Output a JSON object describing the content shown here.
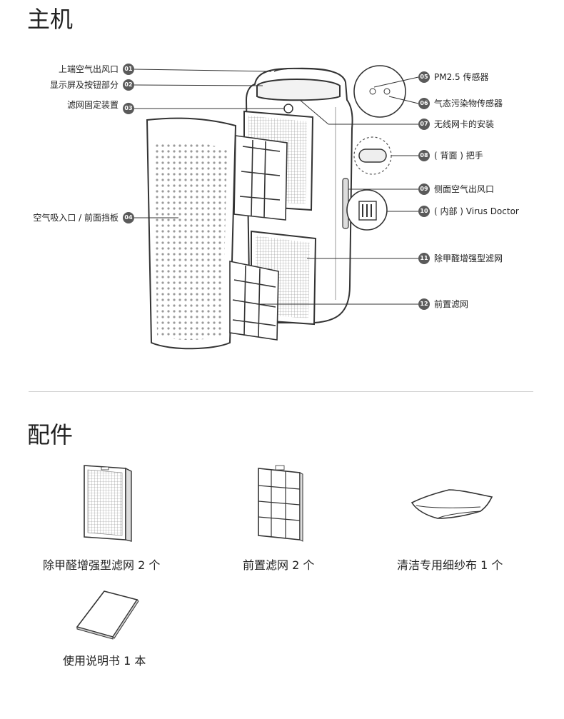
{
  "main_unit": {
    "title": "主机",
    "parts": [
      {
        "num": "01",
        "label": "上端空气出风口"
      },
      {
        "num": "02",
        "label": "显示屏及按钮部分"
      },
      {
        "num": "03",
        "label": "滤网固定装置"
      },
      {
        "num": "04",
        "label": "空气吸入口 / 前面挡板"
      },
      {
        "num": "05",
        "label": "PM2.5 传感器"
      },
      {
        "num": "06",
        "label": "气态污染物传感器"
      },
      {
        "num": "07",
        "label": "无线网卡的安装"
      },
      {
        "num": "08",
        "label": "( 背面 ) 把手"
      },
      {
        "num": "09",
        "label": "侧面空气出风口"
      },
      {
        "num": "10",
        "label": "( 内部 ) Virus Doctor"
      },
      {
        "num": "11",
        "label": "除甲醛增强型滤网"
      },
      {
        "num": "12",
        "label": "前置滤网"
      }
    ]
  },
  "accessories": {
    "title": "配件",
    "items": [
      {
        "label": "除甲醛增强型滤网 2 个",
        "icon": "formaldehyde-filter-icon"
      },
      {
        "label": "前置滤网 2 个",
        "icon": "pre-filter-icon"
      },
      {
        "label": "清洁专用细纱布 1 个",
        "icon": "cleaning-cloth-icon"
      },
      {
        "label": "使用说明书 1 本",
        "icon": "manual-icon"
      }
    ]
  }
}
